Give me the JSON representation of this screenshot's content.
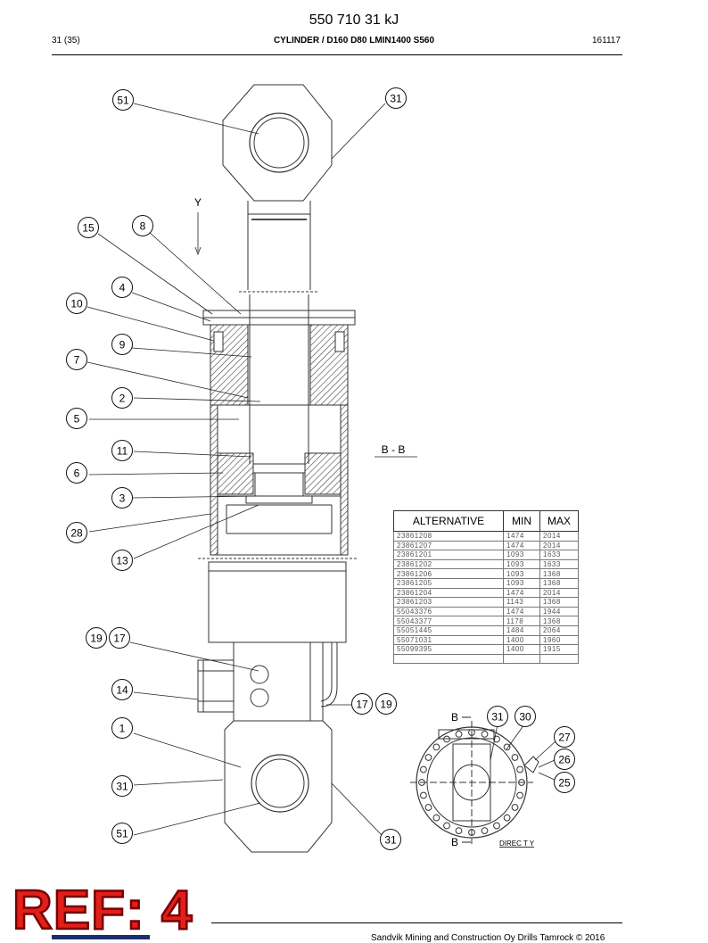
{
  "header": {
    "doc_title": "550 710 31 kJ",
    "page": "31 (35)",
    "sheet_title": "CYLINDER / D160 D80 LMIN1400 S560",
    "code": "161117"
  },
  "drawing": {
    "view_letter": "Y",
    "section_label": "B - B",
    "section_marks": [
      "B",
      "B"
    ],
    "direction_label": "DIREC T Y",
    "callouts": [
      "51",
      "31",
      "15",
      "8",
      "4",
      "10",
      "9",
      "7",
      "2",
      "5",
      "11",
      "6",
      "3",
      "28",
      "13",
      "19",
      "17",
      "14",
      "17",
      "19",
      "1",
      "31",
      "51",
      "31",
      "31",
      "30",
      "27",
      "26",
      "25"
    ]
  },
  "table": {
    "headers": [
      "ALTERNATIVE",
      "MIN",
      "MAX"
    ],
    "rows": [
      [
        "23861208",
        "1474",
        "2014"
      ],
      [
        "23861207",
        "1474",
        "2014"
      ],
      [
        "23861201",
        "1093",
        "1633"
      ],
      [
        "23861202",
        "1093",
        "1633"
      ],
      [
        "23861206",
        "1093",
        "1368"
      ],
      [
        "23861205",
        "1093",
        "1368"
      ],
      [
        "23861204",
        "1474",
        "2014"
      ],
      [
        "23861203",
        "1143",
        "1368"
      ],
      [
        "55043376",
        "1474",
        "1944"
      ],
      [
        "55043377",
        "1178",
        "1368"
      ],
      [
        "55051445",
        "1484",
        "2064"
      ],
      [
        "55071031",
        "1400",
        "1960"
      ],
      [
        "55099395",
        "1400",
        "1915"
      ]
    ]
  },
  "ref_badge": "REF: 4",
  "footer": {
    "text": "Sandvik Mining and Construction Oy Drills Tamrock © 2016"
  }
}
